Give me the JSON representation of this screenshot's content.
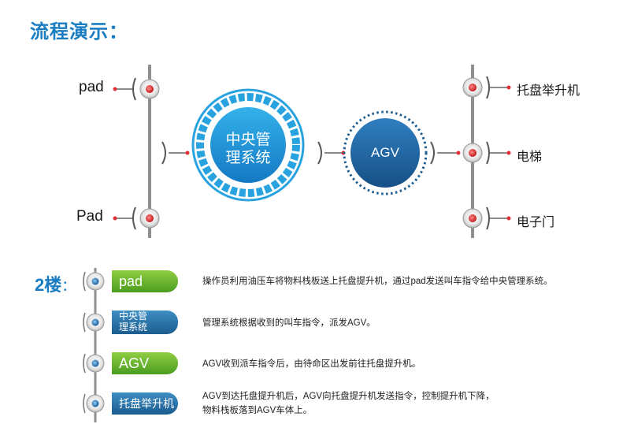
{
  "header": {
    "title": "流程演示："
  },
  "diagram": {
    "left_nodes": [
      "pad",
      "Pad"
    ],
    "center_label": "中央管理系统",
    "center_label_lines": [
      "中央管",
      "理系统"
    ],
    "agv_label": "AGV",
    "right_nodes": [
      "托盘举升机",
      "电梯",
      "电子门"
    ],
    "colors": {
      "primary_blue": "#1a7cc1",
      "dark_blue": "#1d5d8f",
      "light_blue": "#29a3e0",
      "green": "#6cb52e",
      "red_dot": "#e03030"
    }
  },
  "floor": {
    "label": "2楼",
    "colon": "：",
    "steps": [
      {
        "tag": "pad",
        "desc": "操作员利用油压车将物料栈板送上托盘提升机，通过pad发送叫车指令给中央管理系统。"
      },
      {
        "tag_lines": [
          "中央管",
          "理系统"
        ],
        "desc": "管理系统根据收到的叫车指令，派发AGV。"
      },
      {
        "tag": "AGV",
        "desc": "AGV收到派车指令后，由待命区出发前往托盘提升机。"
      },
      {
        "tag": "托盘举升机",
        "desc_lines": [
          "AGV到达托盘提升机后，AGV向托盘提升机发送指令，控制提升机下降，",
          "物料栈板落到AGV车体上。"
        ]
      }
    ]
  }
}
